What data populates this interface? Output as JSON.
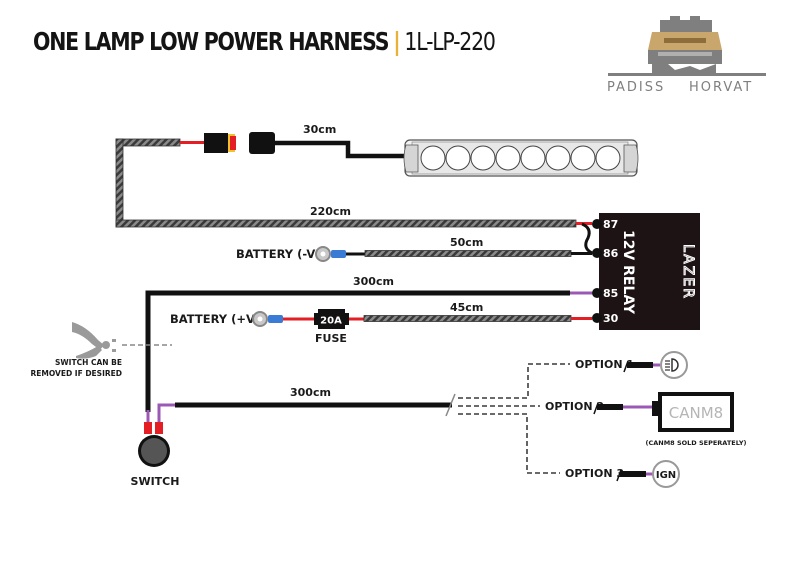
{
  "header": {
    "title": "ONE LAMP LOW POWER HARNESS",
    "separator": "|",
    "part_code": "1L-LP-220"
  },
  "logo": {
    "brand_left": "PADISS",
    "brand_right": "HORVAT",
    "icon": "offroad-vehicle-logo"
  },
  "relay": {
    "brand": "LAZER",
    "label": "12V RELAY",
    "pins": [
      "87",
      "86",
      "85",
      "30"
    ]
  },
  "cables": {
    "lamp_lead": "30cm",
    "main_lead": "220cm",
    "battery_neg_lead": "50cm",
    "switch_lead": "300cm",
    "battery_pos_lead": "45cm",
    "option_lead": "300cm"
  },
  "labels": {
    "battery_neg": "BATTERY (-VE)",
    "battery_pos": "BATTERY (+VE)",
    "fuse_rating": "20A",
    "fuse": "FUSE",
    "switch": "SWITCH",
    "switch_note_1": "SWITCH CAN BE",
    "switch_note_2": "REMOVED IF DESIRED",
    "option1": "OPTION 1",
    "option2": "OPTION 2",
    "option3": "OPTION 3",
    "canm8": "CANM8",
    "canm8_note": "(CANM8 SOLD SEPERATELY)",
    "ign": "IGN"
  },
  "icons": {
    "lamp": "light-bar-icon",
    "headlight": "headlight-icon",
    "cutter": "wire-cutter-icon"
  },
  "colors": {
    "accent": "#e9b236",
    "wire_black": "#111111",
    "wire_red": "#e31e24",
    "wire_purple": "#9b59b6",
    "sheath": "#555555",
    "relay_body": "#1d1214",
    "terminal_blue": "#3a7bd5"
  }
}
